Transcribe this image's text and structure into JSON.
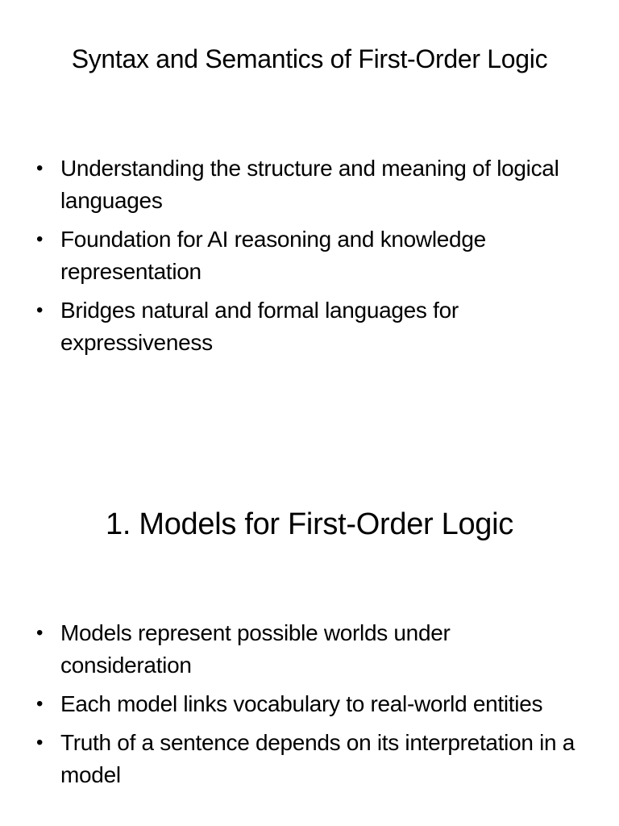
{
  "slides": [
    {
      "title": "Syntax and Semantics of First-Order Logic",
      "bullets": [
        "Understanding the structure and meaning of logical languages",
        "Foundation for AI reasoning and knowledge representation",
        "Bridges natural and formal languages for expressiveness"
      ]
    },
    {
      "title": "1. Models for First-Order Logic",
      "bullets": [
        "Models represent possible worlds under consideration",
        "Each model links vocabulary to real-world entities",
        "Truth of a sentence depends on its interpretation in a model"
      ]
    }
  ],
  "bullet_glyph": "•"
}
